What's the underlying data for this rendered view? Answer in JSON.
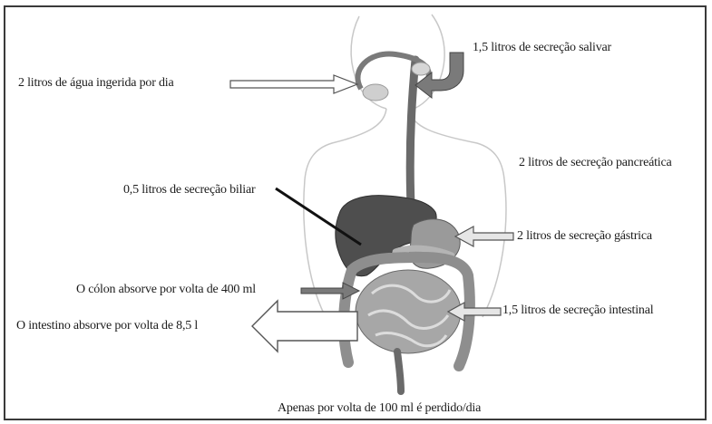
{
  "labels": {
    "saliva": "1,5 litros de secreção salivar",
    "water": "2 litros de água ingerida por dia",
    "pancreatic": "2 litros de secreção pancreática",
    "bile": "0,5 litros de secreção biliar",
    "gastric": "2 litros de secreção gástrica",
    "colon": "O cólon absorve por volta de 400 ml",
    "intestinal": "1,5 litros de secreção intestinal",
    "small_intestine": "O intestino absorve por volta de 8,5 l",
    "lost": "Apenas por volta de 100 ml é perdido/dia"
  },
  "icons": {
    "saliva_arrow": "curved-arrow-icon",
    "water_arrow": "arrow-right-icon",
    "gastric_arrow": "arrow-left-icon",
    "intestinal_arrow": "arrow-left-icon",
    "colon_arrow": "arrow-right-icon",
    "absorb_arrow": "arrow-left-icon",
    "bile_pointer": "pointer-line"
  },
  "colors": {
    "arrow_fill_light": "#e6e6e6",
    "arrow_fill_dark": "#7a7a7a",
    "organ_dark": "#4e4e4e",
    "organ_mid": "#8c8c8c",
    "organ_light": "#bdbdbd",
    "body_outline": "#c8c8c8"
  }
}
